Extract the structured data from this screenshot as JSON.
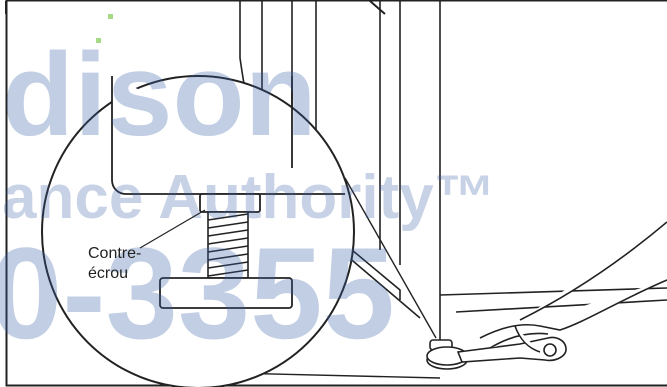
{
  "callout": {
    "line1": "Contre-",
    "line2": "écrou"
  },
  "watermark": {
    "line1": "dison",
    "line2": "ance Authority™",
    "line3": "0-3355"
  },
  "colors": {
    "line": "#222222",
    "watermark": "#3a5fa8",
    "accent_dot": "#8fd16a"
  }
}
